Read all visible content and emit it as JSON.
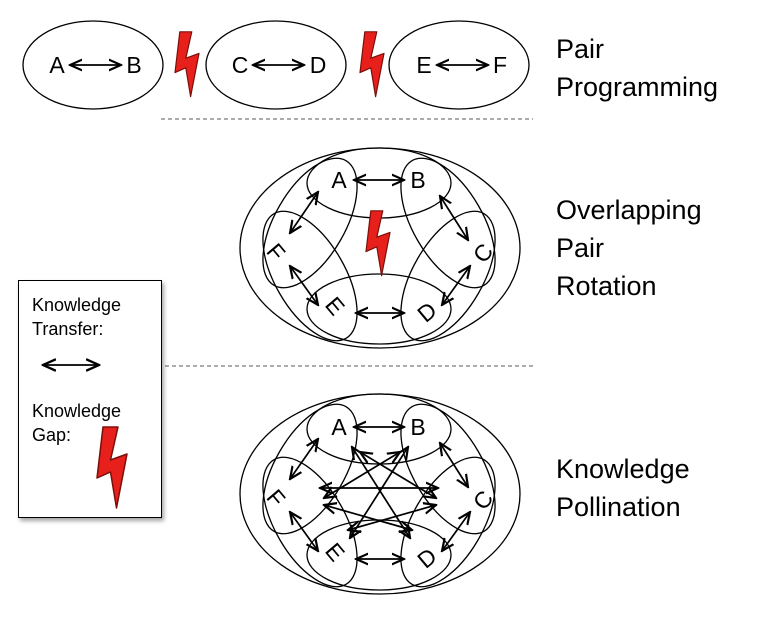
{
  "sections": [
    {
      "label_lines": [
        "Pair",
        "Programming"
      ]
    },
    {
      "label_lines": [
        "Overlapping",
        "Pair",
        "Rotation"
      ]
    },
    {
      "label_lines": [
        "Knowledge",
        "Pollination"
      ]
    }
  ],
  "pair_programming": {
    "pairs": [
      {
        "left": "A",
        "right": "B"
      },
      {
        "left": "C",
        "right": "D"
      },
      {
        "left": "E",
        "right": "F"
      }
    ]
  },
  "rotation_nodes": [
    "A",
    "B",
    "C",
    "D",
    "E",
    "F"
  ],
  "legend": {
    "transfer_lines": [
      "Knowledge",
      "Transfer:"
    ],
    "gap_lines": [
      "Knowledge",
      "Gap:"
    ]
  },
  "colors": {
    "gap_bolt": "#e8201c",
    "line": "#000000",
    "separator": "#7a7a7a"
  },
  "icons": {
    "transfer": "double-arrow-icon",
    "gap": "lightning-bolt-icon"
  }
}
